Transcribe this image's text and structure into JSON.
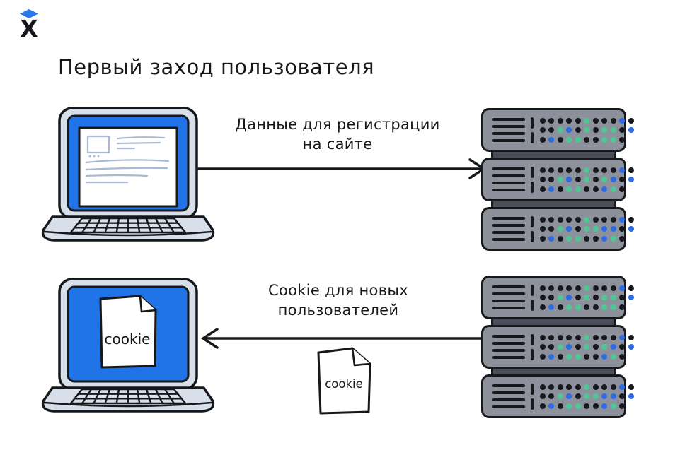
{
  "title": "Первый заход пользователя",
  "logo": {
    "letter": "X",
    "diamond_color": "#2B79E8",
    "letter_color": "#17181C"
  },
  "flows": [
    {
      "label_line1": "Данные для регистрации",
      "label_line2": "на сайте",
      "direction": "right",
      "from": "user-laptop",
      "to": "server-stack"
    },
    {
      "label_line1": "Cookie для новых",
      "label_line2": "пользователей",
      "direction": "left",
      "from": "server-stack",
      "to": "user-laptop"
    }
  ],
  "laptops": {
    "top": {
      "screen_content": "webpage-wireframe"
    },
    "bottom": {
      "doc_label": "cookie"
    }
  },
  "middle_doc": {
    "label": "cookie"
  },
  "servers": {
    "body_color": "#8D919C",
    "connector_color": "#4A4E58",
    "outline_color": "#17181C",
    "led_colors": {
      "k": "#17181C",
      "g": "#4EC795",
      "b": "#2D6BE5"
    },
    "stacks": [
      {
        "name": "server-stack-top",
        "units": [
          {
            "rows": [
              "kkkkkgkkkbk",
              "kkgbkgkggkb",
              "kbkggkkggk"
            ]
          },
          {
            "rows": [
              "kkkkkgkkkbk",
              "kkgbkgkgbkb",
              "kbkggkkbgk"
            ]
          },
          {
            "rows": [
              "kkkkkgkkkbk",
              "kkgbkggbbkb",
              "kbkggkkbgk"
            ]
          }
        ]
      },
      {
        "name": "server-stack-bottom",
        "units": [
          {
            "rows": [
              "kkkkkgkkkbk",
              "kkgbkgkggkb",
              "kbkggkkggk"
            ]
          },
          {
            "rows": [
              "kkkkkgkkkbk",
              "kkgbkgkgbkb",
              "kbkggkkbgk"
            ]
          },
          {
            "rows": [
              "kkkkkgkkkbk",
              "kkgbkggbbkb",
              "kbkggkkbgk"
            ]
          }
        ]
      }
    ]
  },
  "colors": {
    "ink": "#17181C",
    "laptop_body": "#D7DFEA",
    "screen_blue": "#2173E8",
    "wireframe": "#A9B9D3",
    "background": "#FFFFFF"
  }
}
